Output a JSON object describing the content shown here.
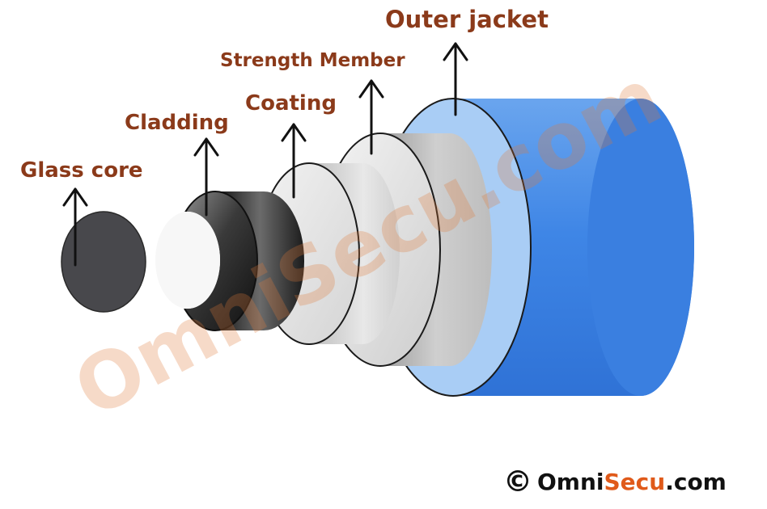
{
  "labels": {
    "outer_jacket": "Outer jacket",
    "strength_member": "Strength Member",
    "coating": "Coating",
    "cladding": "Cladding",
    "glass_core": "Glass core"
  },
  "watermark": "OmniSecu.com",
  "copyright": {
    "symbol": "©",
    "brand_part1": "Omni",
    "brand_part2": "Secu",
    "brand_part3": ".com"
  },
  "colors": {
    "label": "#8b3a1a",
    "jacket": "#3f86e6",
    "jacket_face": "#a9cdf5",
    "strength": "#c9c9c9",
    "coating": "#e6e6e6",
    "cladding": "#2a2a2a",
    "cladding_face": "#ffffff",
    "core": "#48484c",
    "brand_orange": "#e05a1a"
  }
}
